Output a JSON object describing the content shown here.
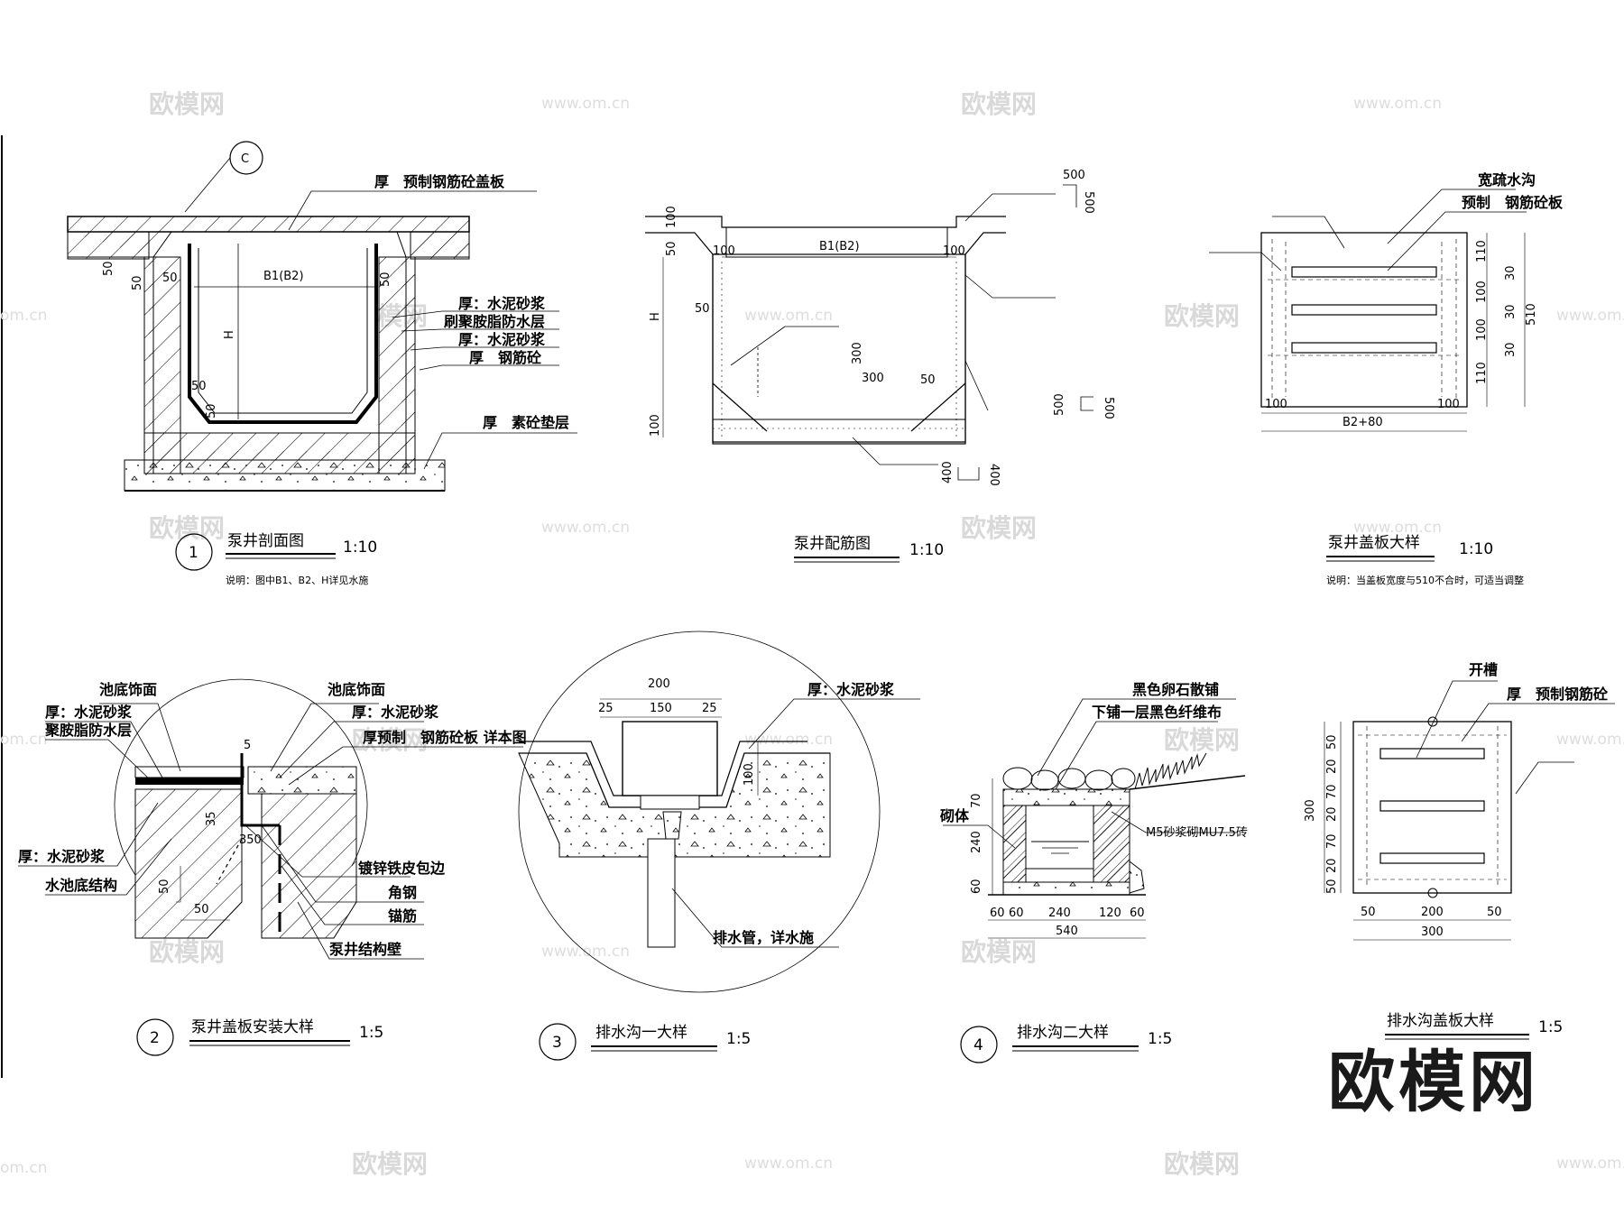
{
  "watermarks": {
    "logo": "欧模网",
    "url": "www.om.cn",
    "url_short": "om.cn"
  },
  "brand": "欧模网",
  "d1": {
    "num": "1",
    "title": "泵井剖面图",
    "scale": "1:10",
    "note": "说明：图中B1、B2、H详见水施",
    "callout": "C",
    "labels": [
      "厚　预制钢筋砼盖板",
      "厚：水泥砂浆",
      "刷聚胺脂防水层",
      "厚：水泥砂浆",
      "厚　钢筋砼",
      "厚　素砼垫层"
    ],
    "dims": {
      "b": "B1(B2)",
      "h": "H",
      "d50": "50"
    }
  },
  "d1b": {
    "title": "泵井配筋图",
    "scale": "1:10",
    "dims": {
      "b": "B1(B2)",
      "h": "H",
      "d50": "50",
      "d100": "100",
      "d300": "300",
      "d400": "400",
      "d500": "500"
    }
  },
  "d1c": {
    "title": "泵井盖板大样",
    "scale": "1:10",
    "note": "说明：当盖板宽度与510不合时，可适当调整",
    "labels": [
      "宽疏水沟",
      "预制　钢筋砼板"
    ],
    "dims": {
      "d110": "110",
      "d30": "30",
      "d100": "100",
      "d510": "510",
      "b280": "B2+80"
    }
  },
  "d2": {
    "num": "2",
    "title": "泵井盖板安装大样",
    "scale": "1:5",
    "labels": {
      "a": "池底饰面",
      "b": "厚：水泥砂浆",
      "c": "聚胺脂防水层",
      "d": "池底饰面",
      "e": "厚：水泥砂浆",
      "f": "厚预制　钢筋砼板 详本图",
      "g": "厚：水泥砂浆",
      "h": "水池底结构",
      "i": "镀锌铁皮包边",
      "j": "角钢",
      "k": "锚筋",
      "l": "泵井结构壁"
    },
    "dims": {
      "d5": "5",
      "d35": "35",
      "d50": "50",
      "d350": "350"
    }
  },
  "d3": {
    "num": "3",
    "title": "排水沟一大样",
    "scale": "1:5",
    "labels": {
      "a": "厚：水泥砂浆",
      "b": "排水管，详水施"
    },
    "dims": {
      "d200": "200",
      "d25": "25",
      "d150": "150",
      "d100": "100"
    }
  },
  "d4": {
    "num": "4",
    "title": "排水沟二大样",
    "scale": "1:5",
    "labels": {
      "a": "黑色卵石散铺",
      "b": "下铺一层黑色纤维布",
      "c": "砌体",
      "d": "M5砂浆砌MU7.5砖"
    },
    "dims": {
      "d70": "70",
      "d240": "240",
      "d60": "60",
      "d120": "120",
      "d540": "540"
    }
  },
  "d5": {
    "title": "排水沟盖板大样",
    "scale": "1:5",
    "labels": {
      "a": "开槽",
      "b": "厚　预制钢筋砼"
    },
    "dims": {
      "d50": "50",
      "d20": "20",
      "d70": "70",
      "d300": "300",
      "d200": "200"
    }
  }
}
